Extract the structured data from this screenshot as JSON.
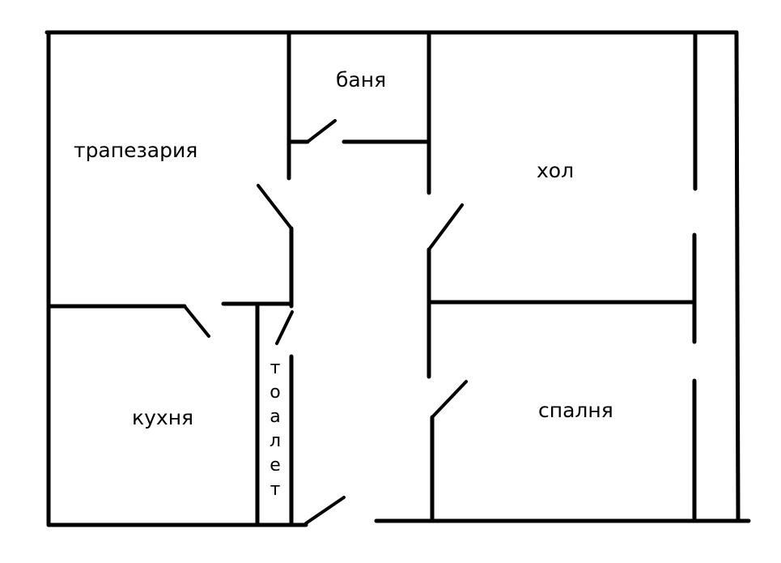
{
  "rooms": {
    "dining": "трапезария",
    "bath": "баня",
    "living": "хол",
    "kitchen": "кухня",
    "bedroom": "спалня",
    "toilet_letters": [
      "т",
      "о",
      "а",
      "л",
      "е",
      "т"
    ]
  }
}
